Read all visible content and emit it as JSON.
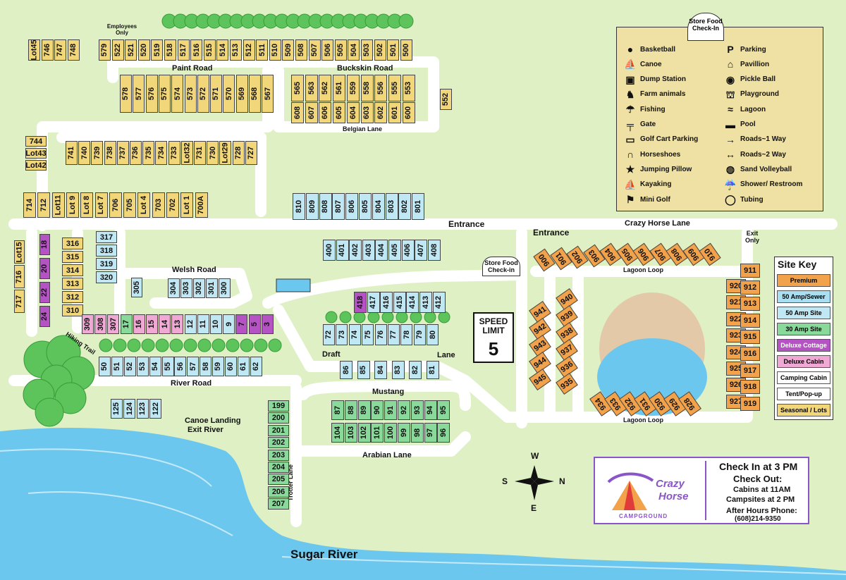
{
  "colors": {
    "grass": "#dff0c4",
    "road": "#ffffff",
    "water": "#6cc7ee",
    "premium": "#f2a24a",
    "amp50sewer": "#a9dff0",
    "amp50": "#bfe8f4",
    "amp30": "#89d99a",
    "deluxe_cottage": "#b553c4",
    "deluxe_cabin": "#f0a8d4",
    "camping_cabin": "#ffffff",
    "seasonal": "#f2d67a",
    "legend_bg": "#efe0a3",
    "brand_purple": "#8a55c9"
  },
  "labels": {
    "employees_only": "Employees Only",
    "paint_road": "Paint Road",
    "buckskin_road": "Buckskin Road",
    "belgian_lane": "Belgian Lane",
    "entrance_1": "Entrance",
    "entrance_2": "Entrance",
    "crazy_horse_lane": "Crazy Horse Lane",
    "exit_only": "Exit Only",
    "welsh_road": "Welsh Road",
    "lagoon_loop_top": "Lagoon Loop",
    "lagoon_loop_bottom": "Lagoon Loop",
    "draft": "Draft",
    "lane": "Lane",
    "mustang": "Mustang",
    "river_road": "River Road",
    "hiking_trail": "Hiking Trail",
    "canoe_landing": "Canoe Landing",
    "exit_river": "Exit River",
    "arabian_lane": "Arabian Lane",
    "trotter_lane": "Trotter Lane",
    "sugar_river": "Sugar River",
    "speed_limit": "SPEED LIMIT",
    "speed_value": "5",
    "store_food_checkin": "Store Food Check-in",
    "legend_store": "Store Food Check-In"
  },
  "legend": [
    {
      "icon": "basketball-icon",
      "glyph": "●",
      "label": "Basketball"
    },
    {
      "icon": "canoe-icon",
      "glyph": "⛵",
      "label": "Canoe"
    },
    {
      "icon": "dump-station-icon",
      "glyph": "▣",
      "label": "Dump Station"
    },
    {
      "icon": "farm-animals-icon",
      "glyph": "♞",
      "label": "Farm animals"
    },
    {
      "icon": "fishing-icon",
      "glyph": "☂",
      "label": "Fishing"
    },
    {
      "icon": "gate-icon",
      "glyph": "╤",
      "label": "Gate"
    },
    {
      "icon": "golf-cart-icon",
      "glyph": "▭",
      "label": "Golf Cart Parking"
    },
    {
      "icon": "horseshoes-icon",
      "glyph": "∩",
      "label": "Horseshoes"
    },
    {
      "icon": "jumping-pillow-icon",
      "glyph": "★",
      "label": "Jumping Pillow"
    },
    {
      "icon": "kayaking-icon",
      "glyph": "⛵",
      "label": "Kayaking"
    },
    {
      "icon": "mini-golf-icon",
      "glyph": "⚑",
      "label": "Mini Golf"
    },
    {
      "icon": "parking-icon",
      "glyph": "P",
      "label": "Parking"
    },
    {
      "icon": "pavillion-icon",
      "glyph": "⌂",
      "label": "Pavillion"
    },
    {
      "icon": "pickle-ball-icon",
      "glyph": "◉",
      "label": "Pickle Ball"
    },
    {
      "icon": "playground-icon",
      "glyph": "⛫",
      "label": "Playground"
    },
    {
      "icon": "lagoon-icon",
      "glyph": "≈",
      "label": "Lagoon"
    },
    {
      "icon": "pool-icon",
      "glyph": "▬",
      "label": "Pool"
    },
    {
      "icon": "one-way-icon",
      "glyph": "→",
      "label": "Roads~1 Way"
    },
    {
      "icon": "two-way-icon",
      "glyph": "↔",
      "label": "Roads~2 Way"
    },
    {
      "icon": "sand-volleyball-icon",
      "glyph": "◍",
      "label": "Sand Volleyball"
    },
    {
      "icon": "shower-icon",
      "glyph": "☔",
      "label": "Shower/ Restroom"
    },
    {
      "icon": "tubing-icon",
      "glyph": "◯",
      "label": "Tubing"
    }
  ],
  "site_key": {
    "title": "Site Key",
    "items": [
      {
        "label": "Premium",
        "color": "#f2a24a"
      },
      {
        "label": "50 Amp/Sewer",
        "color": "#a9dff0"
      },
      {
        "label": "50 Amp Site",
        "color": "#bfe8f4"
      },
      {
        "label": "30 Amp Site",
        "color": "#89d99a"
      },
      {
        "label": "Deluxe Cottage",
        "color": "#b553c4"
      },
      {
        "label": "Deluxe Cabin",
        "color": "#f0a8d4"
      },
      {
        "label": "Camping Cabin",
        "color": "#ffffff"
      },
      {
        "label": "Tent/Pop-up",
        "color": "#ffffff"
      },
      {
        "label": "Seasonal / Lots",
        "color": "#f2d67a"
      }
    ]
  },
  "compass": {
    "n": "N",
    "s": "S",
    "e": "E",
    "w": "W"
  },
  "info": {
    "brand_1": "Crazy",
    "brand_2": "Horse",
    "brand_sub": "CAMPGROUND",
    "checkin": "Check In at 3 PM",
    "checkout": "Check Out:",
    "cabins": "Cabins at 11AM",
    "campsites": "Campsites at 2 PM",
    "after_hours": "After Hours Phone:",
    "phone": "(608)214-9350"
  },
  "sites": {
    "row_500s_top": [
      "579",
      "522",
      "521",
      "520",
      "519",
      "518",
      "517",
      "516",
      "515",
      "514",
      "513",
      "512",
      "511",
      "510",
      "509",
      "508",
      "507",
      "506",
      "505",
      "504",
      "503",
      "502",
      "501",
      "500"
    ],
    "row_lots_746": [
      "Lot45",
      "746",
      "747",
      "748"
    ],
    "row_578": [
      "578",
      "577",
      "576",
      "575",
      "574",
      "573",
      "572",
      "571",
      "570",
      "569",
      "568",
      "567"
    ],
    "row_565": [
      "565",
      "563",
      "562",
      "561",
      "559",
      "558",
      "556",
      "555",
      "553"
    ],
    "row_608": [
      "608",
      "607",
      "606",
      "605",
      "604",
      "603",
      "602",
      "601",
      "600"
    ],
    "site_552": [
      "552"
    ],
    "row_741": [
      "741",
      "740",
      "739",
      "738",
      "737",
      "736",
      "735",
      "734",
      "733",
      "Lot32",
      "731",
      "730",
      "Lot29",
      "728",
      "727"
    ],
    "col_744": [
      "744",
      "Lot43",
      "Lot42"
    ],
    "row_712": [
      "714",
      "712",
      "Lot11",
      "Lot 9",
      "Lot 8",
      "Lot 7",
      "706",
      "705",
      "Lot 4",
      "703",
      "702",
      "Lot 1",
      "700A"
    ],
    "row_810": [
      "810",
      "809",
      "808",
      "807",
      "806",
      "805",
      "804",
      "803",
      "802",
      "801"
    ],
    "col_316": [
      "316",
      "315",
      "314",
      "313",
      "312",
      "310"
    ],
    "col_18": [
      "18",
      "20",
      "22",
      "24"
    ],
    "col_lot15": [
      "Lot15",
      "716",
      "717"
    ],
    "col_317": [
      "317",
      "318",
      "319",
      "320"
    ],
    "site_305": [
      "305"
    ],
    "row_304": [
      "304",
      "303",
      "302",
      "301",
      "300"
    ],
    "row_400": [
      "400",
      "401",
      "402",
      "403",
      "404",
      "405",
      "406",
      "407",
      "408"
    ],
    "row_418": [
      "418",
      "417",
      "416",
      "415",
      "414",
      "413",
      "412"
    ],
    "row_309": [
      "309",
      "308",
      "307",
      "17",
      "16",
      "15",
      "14",
      "13",
      "12",
      "11",
      "10",
      "9",
      "7",
      "5",
      "3"
    ],
    "row_72": [
      "72",
      "73",
      "74",
      "75",
      "76",
      "77",
      "78",
      "79",
      "80"
    ],
    "row_50": [
      "50",
      "51",
      "52",
      "53",
      "54",
      "55",
      "56",
      "57",
      "58",
      "59",
      "60",
      "61",
      "62"
    ],
    "row_86": [
      "86",
      "85",
      "84",
      "83",
      "82",
      "81"
    ],
    "row_125": [
      "125",
      "124",
      "123",
      "122"
    ],
    "row_87": [
      "87",
      "88",
      "89",
      "90",
      "91",
      "92",
      "93",
      "94",
      "95"
    ],
    "row_104": [
      "104",
      "103",
      "102",
      "101",
      "100",
      "99",
      "98",
      "97",
      "96"
    ],
    "col_199": [
      "199",
      "200",
      "201",
      "202",
      "203",
      "204",
      "205",
      "206",
      "207"
    ],
    "row_900": [
      "900",
      "901",
      "902",
      "903",
      "904",
      "905",
      "906",
      "907",
      "908",
      "909",
      "910"
    ],
    "col_940": [
      "940",
      "939",
      "938",
      "937",
      "936",
      "935"
    ],
    "col_941": [
      "941",
      "942",
      "943",
      "944",
      "945"
    ],
    "row_934": [
      "934",
      "933",
      "932",
      "931",
      "930",
      "929",
      "928"
    ],
    "col_920": [
      "920",
      "921",
      "922",
      "923",
      "924",
      "925",
      "926",
      "927"
    ],
    "col_911": [
      "911",
      "912",
      "913",
      "914",
      "915",
      "916",
      "917",
      "918",
      "919"
    ]
  }
}
